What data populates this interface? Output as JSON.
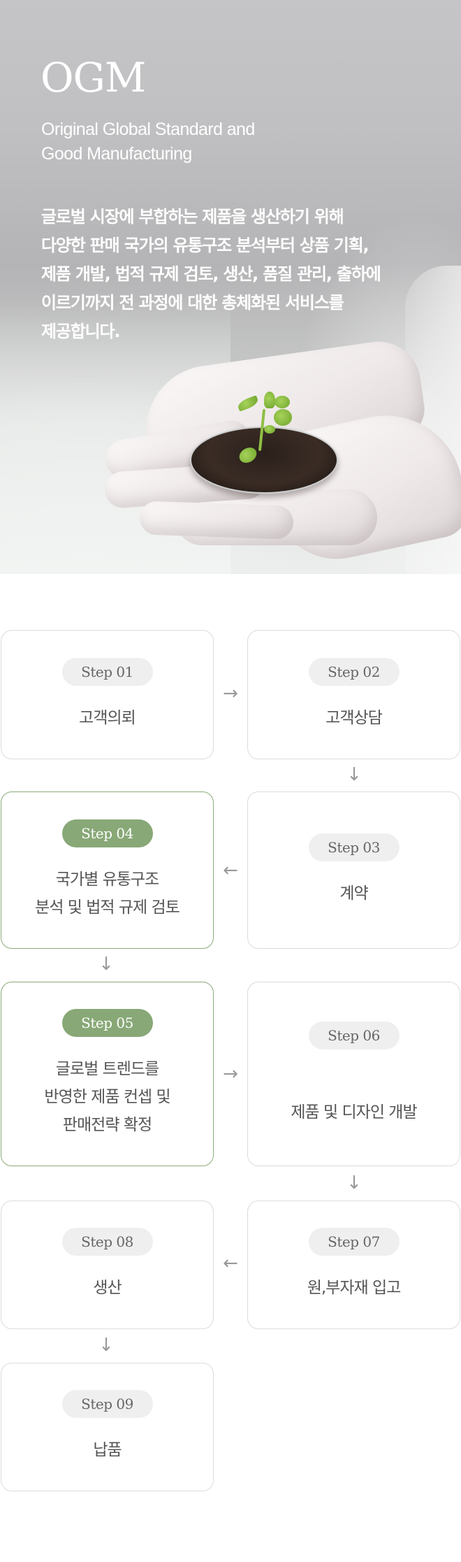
{
  "hero": {
    "title": "OGM",
    "subtitle_lines": [
      "Original Global Standard and",
      "Good Manufacturing"
    ],
    "description_lines": [
      "글로벌 시장에 부합하는 제품을 생산하기 위해",
      "다양한 판매 국가의 유통구조 분석부터 상품 기획,",
      "제품 개발, 법적 규제 검토, 생산, 품질 관리, 출하에",
      "이르기까지 전 과정에 대한 총체화된 서비스를",
      "제공합니다."
    ],
    "image": "gloved-hands-holding-petri-dish-with-seedling"
  },
  "colors": {
    "accent_green": "#88a877",
    "pill_gray": "#efefef",
    "border_gray": "#dcdcdc",
    "text_gray": "#555555",
    "arrow_gray": "#999999"
  },
  "steps": [
    {
      "label": "Step 01",
      "title_lines": [
        "고객의뢰"
      ],
      "highlight": false
    },
    {
      "label": "Step 02",
      "title_lines": [
        "고객상담"
      ],
      "highlight": false
    },
    {
      "label": "Step 03",
      "title_lines": [
        "계약"
      ],
      "highlight": false
    },
    {
      "label": "Step 04",
      "title_lines": [
        "국가별 유통구조",
        "분석 및 법적 규제 검토"
      ],
      "highlight": true
    },
    {
      "label": "Step 05",
      "title_lines": [
        "글로벌 트렌드를",
        "반영한 제품 컨셉 및",
        "판매전략 확정"
      ],
      "highlight": true
    },
    {
      "label": "Step 06",
      "title_lines": [
        "제품 및 디자인 개발"
      ],
      "highlight": false
    },
    {
      "label": "Step 07",
      "title_lines": [
        "원,부자재 입고"
      ],
      "highlight": false
    },
    {
      "label": "Step 08",
      "title_lines": [
        "생산"
      ],
      "highlight": false
    },
    {
      "label": "Step 09",
      "title_lines": [
        "납품"
      ],
      "highlight": false
    }
  ],
  "arrows": {
    "right": "→",
    "left": "←",
    "down": "↓"
  }
}
